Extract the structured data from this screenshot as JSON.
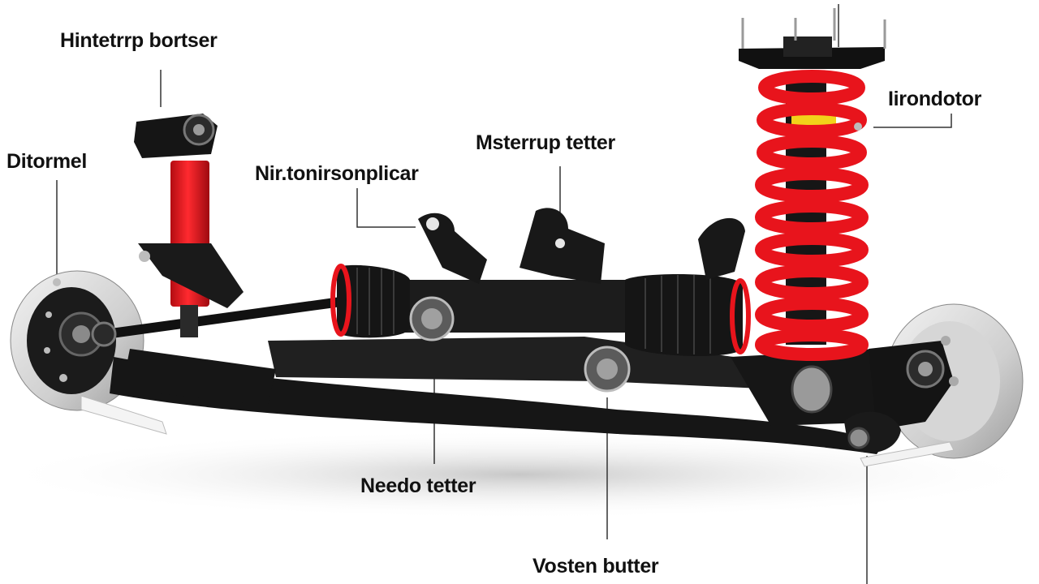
{
  "labels": {
    "top_left": "Hintetrrp bortser",
    "left": "Ditormel",
    "center_left": "Nir.tonirsonplicar",
    "center": "Msterrup tetter",
    "right": "Iirondotor",
    "bottom_center": "Needo tetter",
    "bottom": "Vosten butter"
  },
  "colors": {
    "spring": "#e8141c",
    "frame": "#161616",
    "accent_yellow": "#f2d21a",
    "rotor": "#d9d9d9"
  }
}
